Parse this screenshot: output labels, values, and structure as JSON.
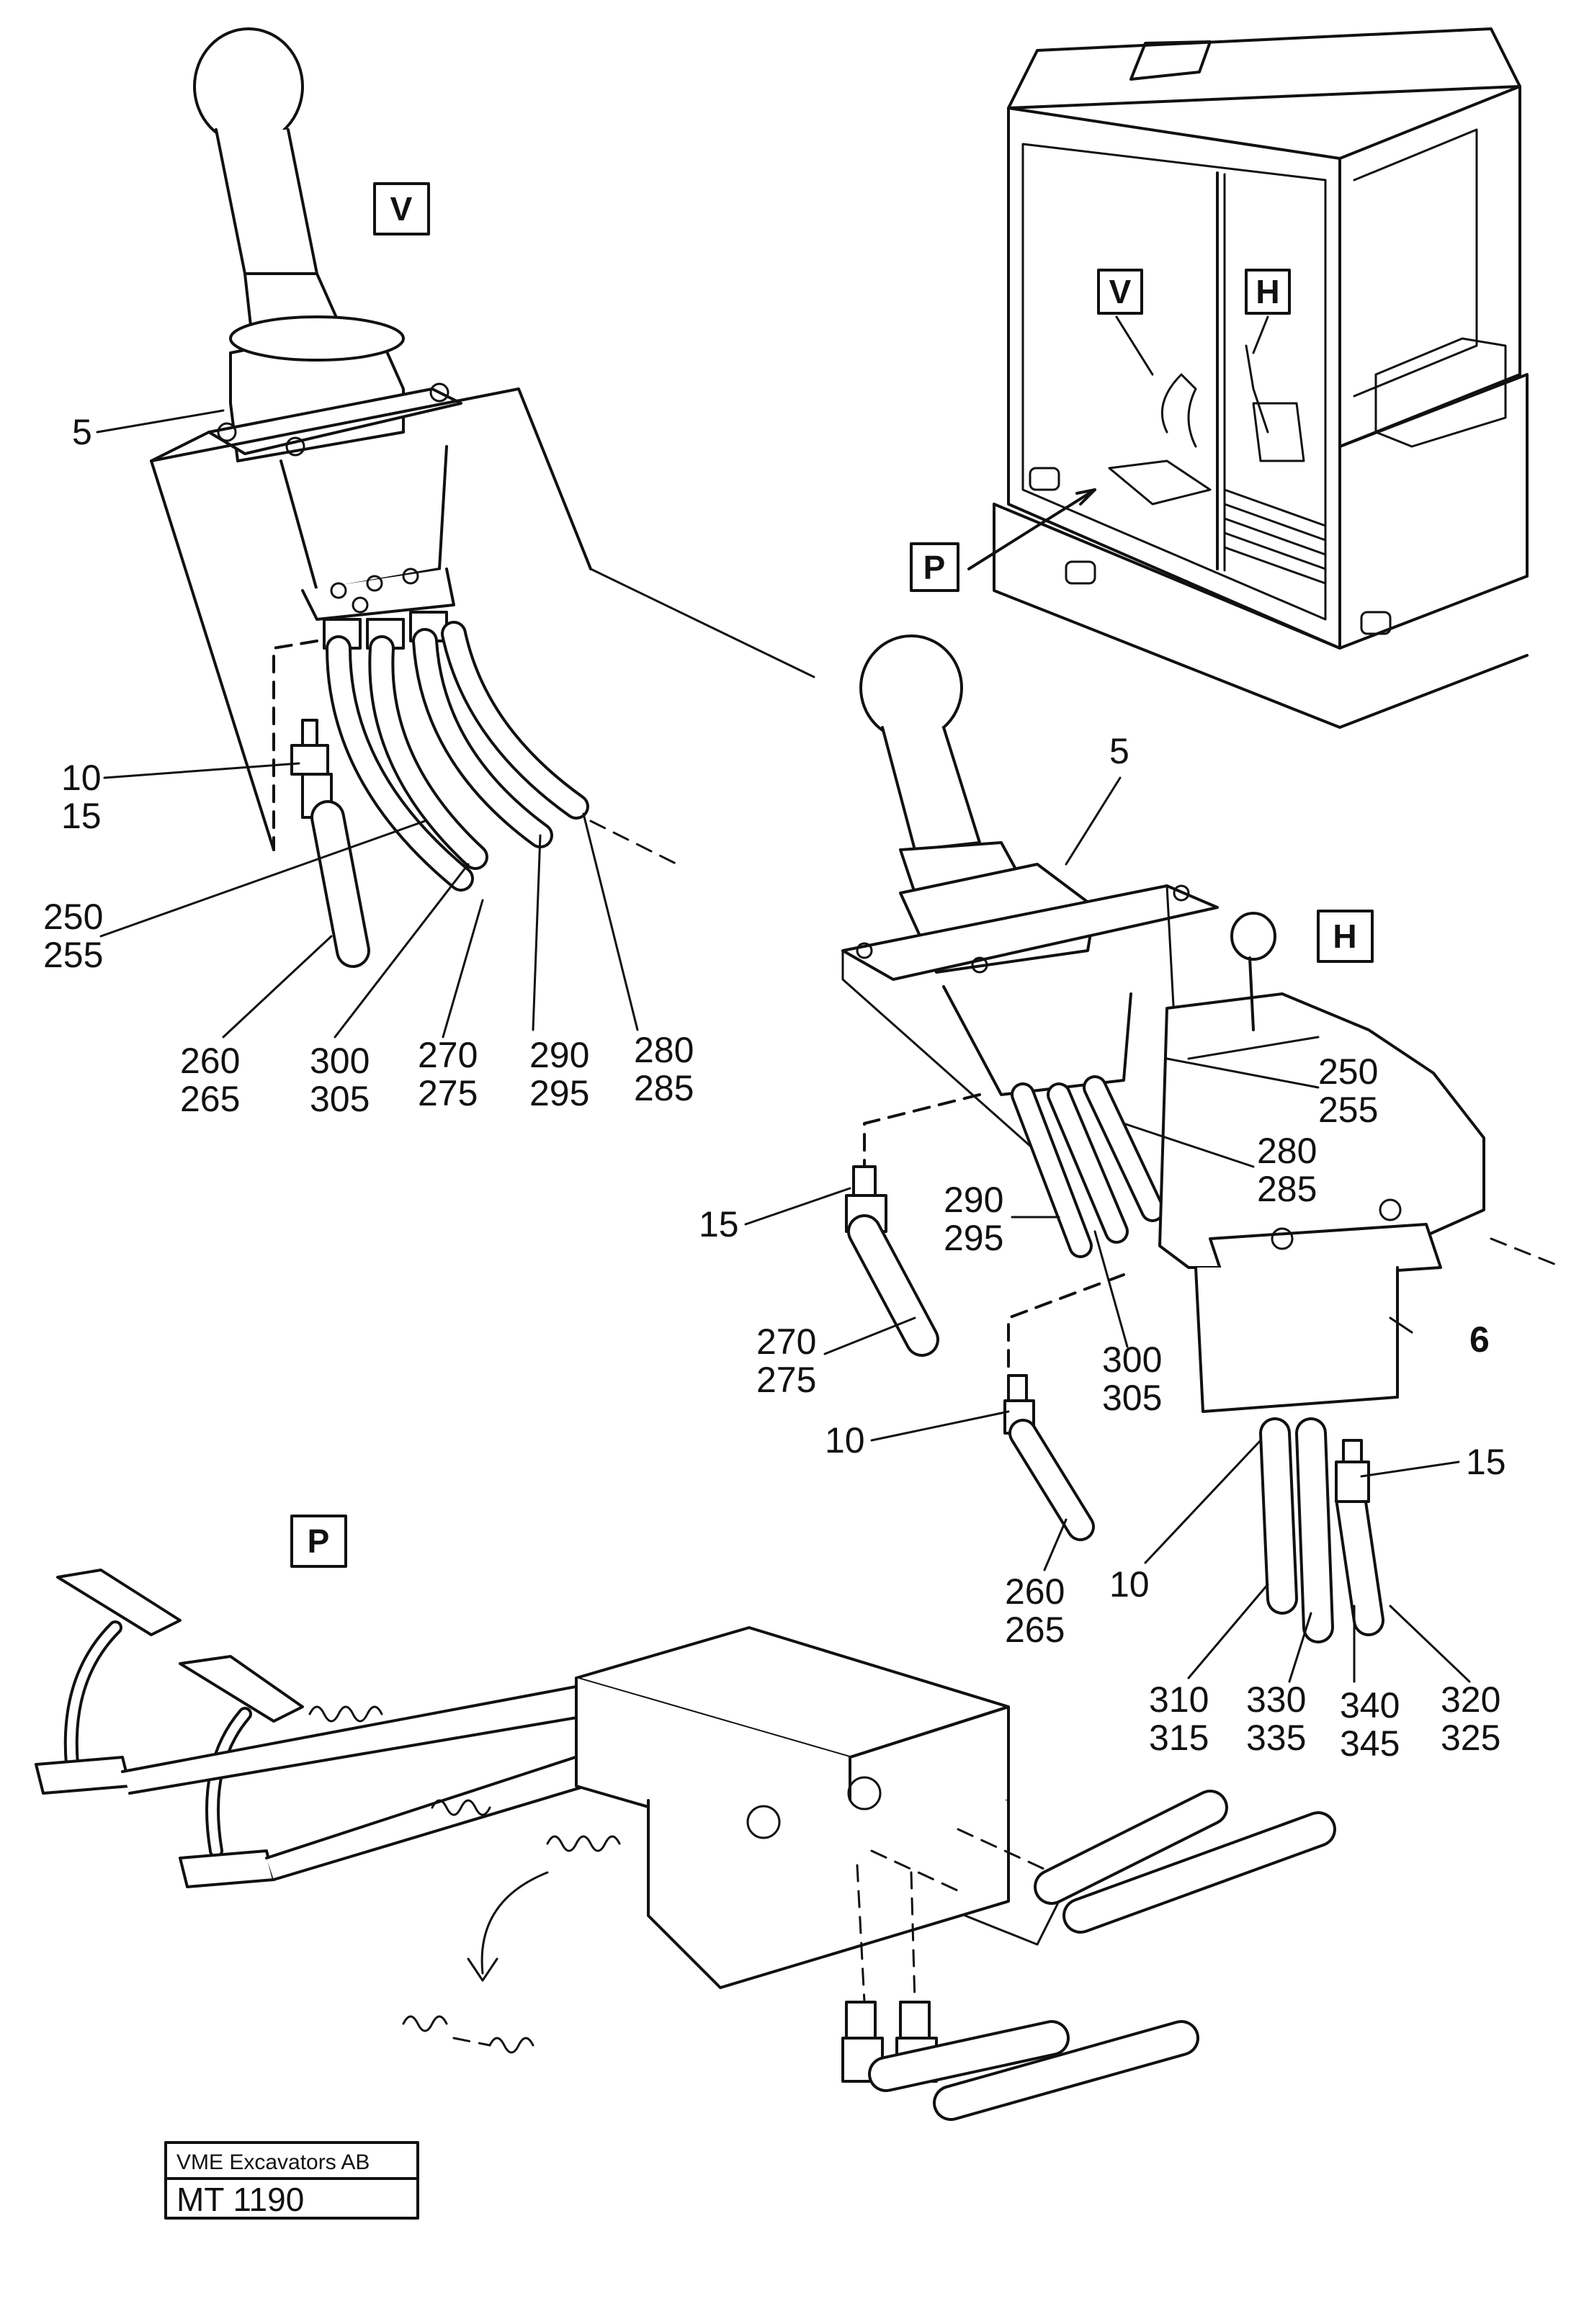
{
  "diagram": {
    "view_boxes": {
      "v_top": "V",
      "h_mid": "H",
      "p_bottom": "P",
      "v_cab": "V",
      "h_cab": "H",
      "p_cab": "P"
    },
    "labels_v": {
      "a": [
        "5"
      ],
      "b": [
        "10",
        "15"
      ],
      "c": [
        "250",
        "255"
      ],
      "d": [
        "260",
        "265"
      ],
      "e": [
        "300",
        "305"
      ],
      "f": [
        "270",
        "275"
      ],
      "g": [
        "290",
        "295"
      ],
      "h": [
        "280",
        "285"
      ]
    },
    "labels_h": {
      "a": [
        "5"
      ],
      "b": [
        "250",
        "255"
      ],
      "c": [
        "280",
        "285"
      ],
      "d": [
        "290",
        "295"
      ],
      "e": [
        "15"
      ],
      "f": [
        "6"
      ],
      "g": [
        "270",
        "275"
      ],
      "h": [
        "300",
        "305"
      ],
      "i": [
        "10"
      ],
      "j": [
        "15"
      ],
      "k": [
        "10"
      ],
      "l": [
        "260",
        "265"
      ],
      "m": [
        "310",
        "315"
      ],
      "n": [
        "330",
        "335"
      ],
      "o": [
        "340",
        "345"
      ],
      "p": [
        "320",
        "325"
      ]
    }
  },
  "footer": {
    "company": "VME Excavators AB",
    "code": "MT 1190"
  }
}
